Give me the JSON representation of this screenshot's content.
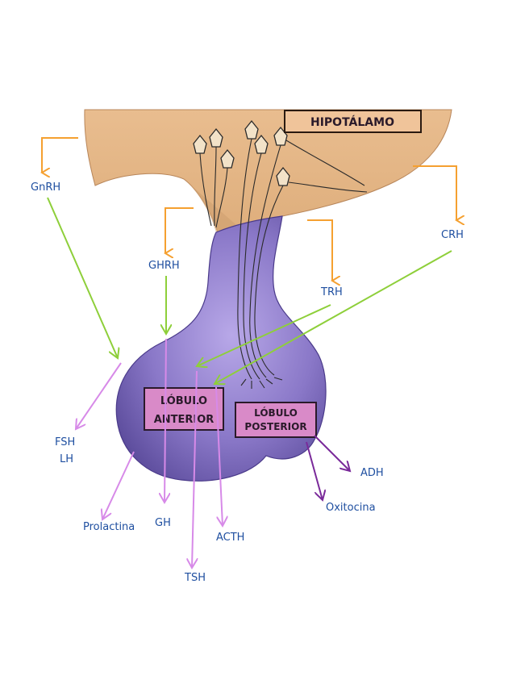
{
  "labels": {
    "hipotalamo": "HIPOTÁLAMO",
    "lobulo_anterior_line1": "LÓBULO",
    "lobulo_anterior_line2": "ANTERIOR",
    "lobulo_posterior_line1": "LÓBULO",
    "lobulo_posterior_line2": "POSTERIOR"
  },
  "hypothalamic_hormones": {
    "gnrh": "GnRH",
    "ghrh": "GHRH",
    "trh": "TRH",
    "crh": "CRH"
  },
  "pituitary_hormones": {
    "fsh": "FSH",
    "lh": "LH",
    "prolactina": "Prolactina",
    "gh": "GH",
    "tsh": "TSH",
    "acth": "ACTH",
    "adh": "ADH",
    "oxitocina": "Oxitocina"
  },
  "colors": {
    "hypothalamus_fill": "#e8b98a",
    "gland_fill": "#8a78c8",
    "box_fill": "#d98ac8",
    "orange_arrow": "#f5a030",
    "green_arrow": "#8ecf3a",
    "pink_arrow": "#d78ae8",
    "purple_arrow": "#7a2a9a",
    "text_blue": "#1f4fa0"
  }
}
